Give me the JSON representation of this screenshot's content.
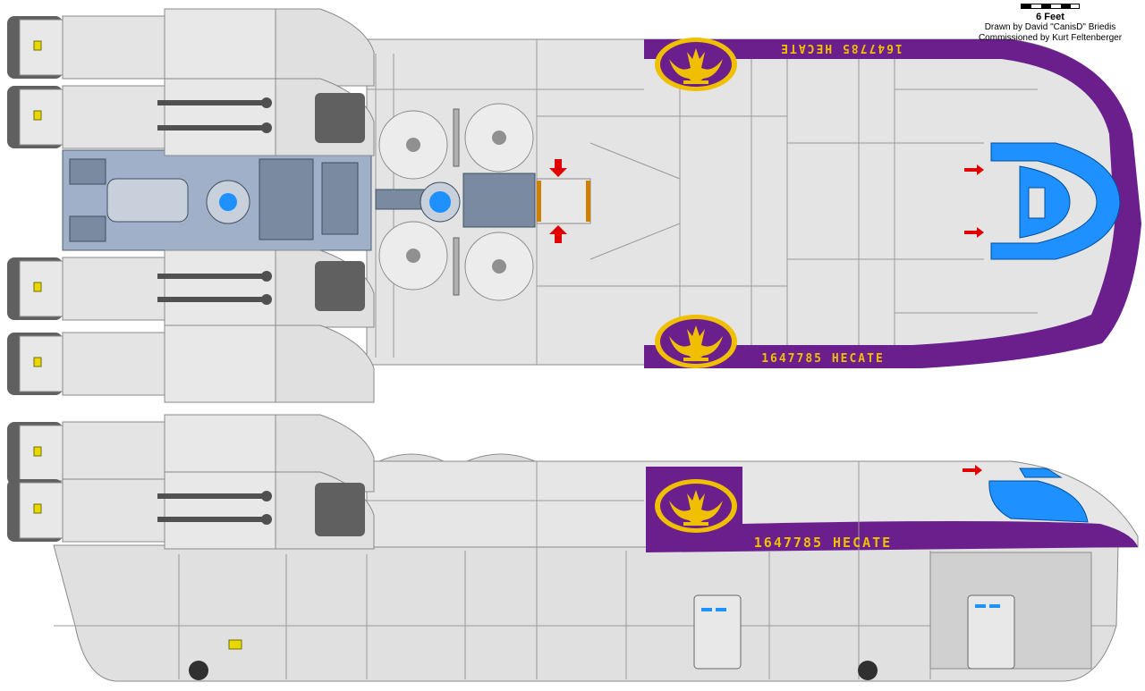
{
  "credits": {
    "scale_label": "6 Feet",
    "drawn_by": "Drawn by David \"CanisD\" Briedis",
    "commissioned_by": "Commissioned by Kurt Feltenberger"
  },
  "ship": {
    "registry": "1647785 HECATE",
    "registry_mirrored": "1647785 HECATE",
    "emblem": "colonial-phoenix-emblem"
  },
  "colors": {
    "hull": "#e4e4e4",
    "hull_dark": "#c8c8c8",
    "panel_line": "#8a8a8a",
    "purple_stripe": "#6a1f8c",
    "emblem_gold": "#f0c000",
    "canopy_blue": "#1e90ff",
    "engine_bay": "#9fb0c8",
    "warning_red": "#e00000"
  }
}
